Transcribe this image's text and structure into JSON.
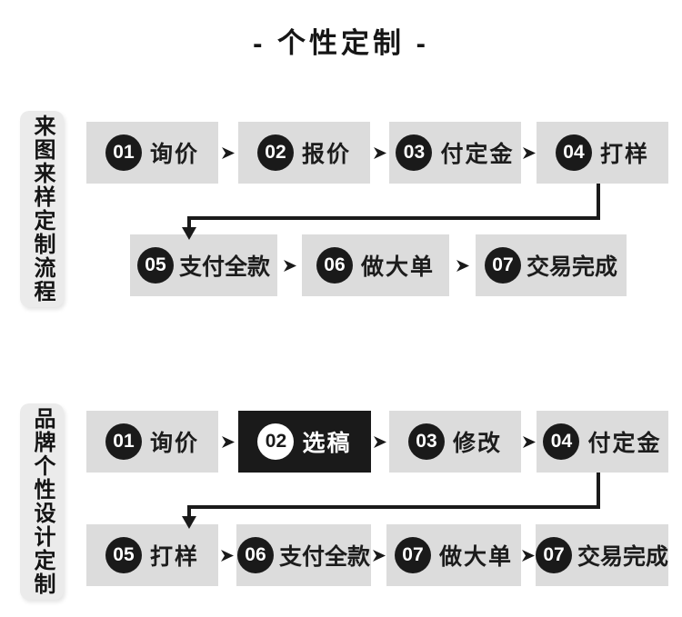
{
  "title": "- 个性定制 -",
  "colors": {
    "page_bg": "#ffffff",
    "box_bg": "#dcdcdc",
    "side_label_bg": "#ebebeb",
    "ink": "#1a1a1a",
    "highlight_bg": "#1a1a1a",
    "highlight_text": "#ffffff"
  },
  "sections": [
    {
      "label": "来图来样定制流程",
      "rows": [
        {
          "steps": [
            {
              "num": "01",
              "label": "询价",
              "highlighted": false
            },
            {
              "num": "02",
              "label": "报价",
              "highlighted": false
            },
            {
              "num": "03",
              "label": "付定金",
              "highlighted": false
            },
            {
              "num": "04",
              "label": "打样",
              "highlighted": false
            }
          ]
        },
        {
          "steps": [
            {
              "num": "05",
              "label": "支付全款",
              "highlighted": false
            },
            {
              "num": "06",
              "label": "做大单",
              "highlighted": false
            },
            {
              "num": "07",
              "label": "交易完成",
              "highlighted": false
            }
          ]
        }
      ]
    },
    {
      "label": "品牌个性设计定制",
      "rows": [
        {
          "steps": [
            {
              "num": "01",
              "label": "询价",
              "highlighted": false
            },
            {
              "num": "02",
              "label": "选稿",
              "highlighted": true
            },
            {
              "num": "03",
              "label": "修改",
              "highlighted": false
            },
            {
              "num": "04",
              "label": "付定金",
              "highlighted": false
            }
          ]
        },
        {
          "steps": [
            {
              "num": "05",
              "label": "打样",
              "highlighted": false
            },
            {
              "num": "06",
              "label": "支付全款",
              "highlighted": false
            },
            {
              "num": "07",
              "label": "做大单",
              "highlighted": false
            },
            {
              "num": "07",
              "label": "交易完成",
              "highlighted": false
            }
          ]
        }
      ]
    }
  ]
}
